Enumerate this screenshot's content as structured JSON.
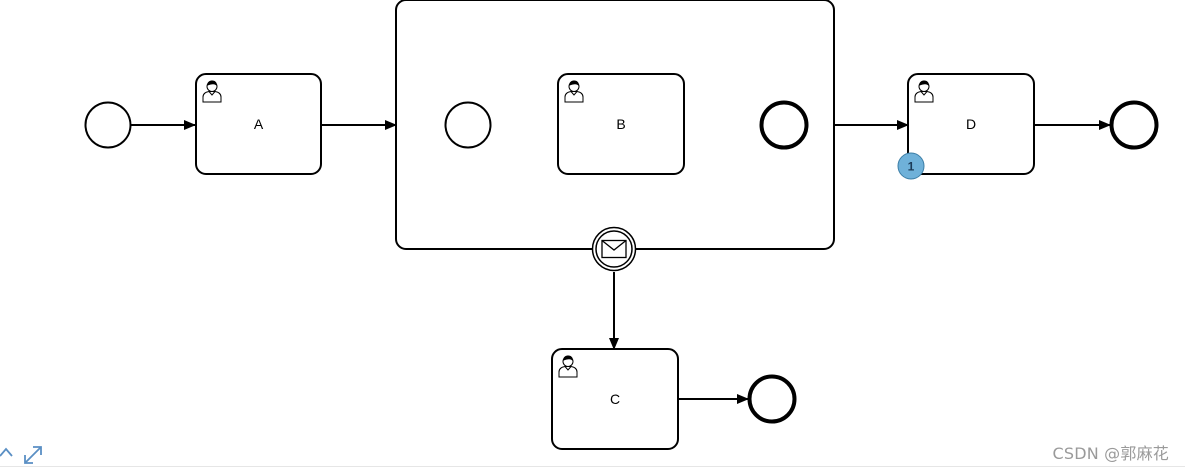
{
  "diagram": {
    "tasks": {
      "a": {
        "label": "A",
        "icon": "user-icon"
      },
      "b": {
        "label": "B",
        "icon": "user-icon"
      },
      "c": {
        "label": "C",
        "icon": "user-icon"
      },
      "d": {
        "label": "D",
        "icon": "user-icon"
      }
    },
    "badge_d": "1",
    "boundary_event_icon": "envelope-icon",
    "badge_color": "#6fb1d9"
  },
  "controls": {
    "collapse_icon": "chevron-up-icon",
    "expand_icon": "expand-arrows-icon"
  },
  "watermark": "CSDN @郭麻花"
}
